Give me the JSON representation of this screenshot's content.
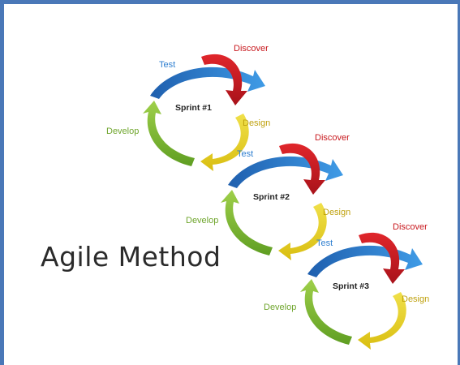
{
  "title": "Agile Method",
  "colors": {
    "frame": "#4a78b8",
    "test": "#2f7fd0",
    "discover": "#c8191e",
    "design": "#e3cf1c",
    "develop": "#7dbb35",
    "text_dark": "#2b2b2b"
  },
  "sprints": [
    {
      "label": "Sprint #1",
      "test": "Test",
      "discover": "Discover",
      "design": "Design",
      "develop": "Develop"
    },
    {
      "label": "Sprint #2",
      "test": "Test",
      "discover": "Discover",
      "design": "Design",
      "develop": "Develop"
    },
    {
      "label": "Sprint #3",
      "test": "Test",
      "discover": "Discover",
      "design": "Design",
      "develop": "Develop"
    }
  ]
}
